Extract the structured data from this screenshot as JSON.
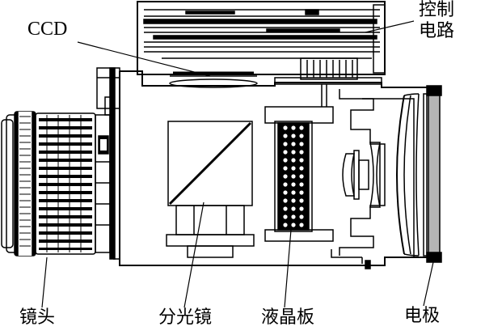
{
  "labels": {
    "ccd": "CCD",
    "control_circuit_line1": "控制",
    "control_circuit_line2": "电路",
    "lens": "镜头",
    "beam_splitter": "分光镜",
    "lcd_panel": "液晶板",
    "electrode": "电极"
  },
  "colors": {
    "line": "#000000",
    "electrode_fill": "#b5b5b5",
    "background": "#ffffff"
  }
}
